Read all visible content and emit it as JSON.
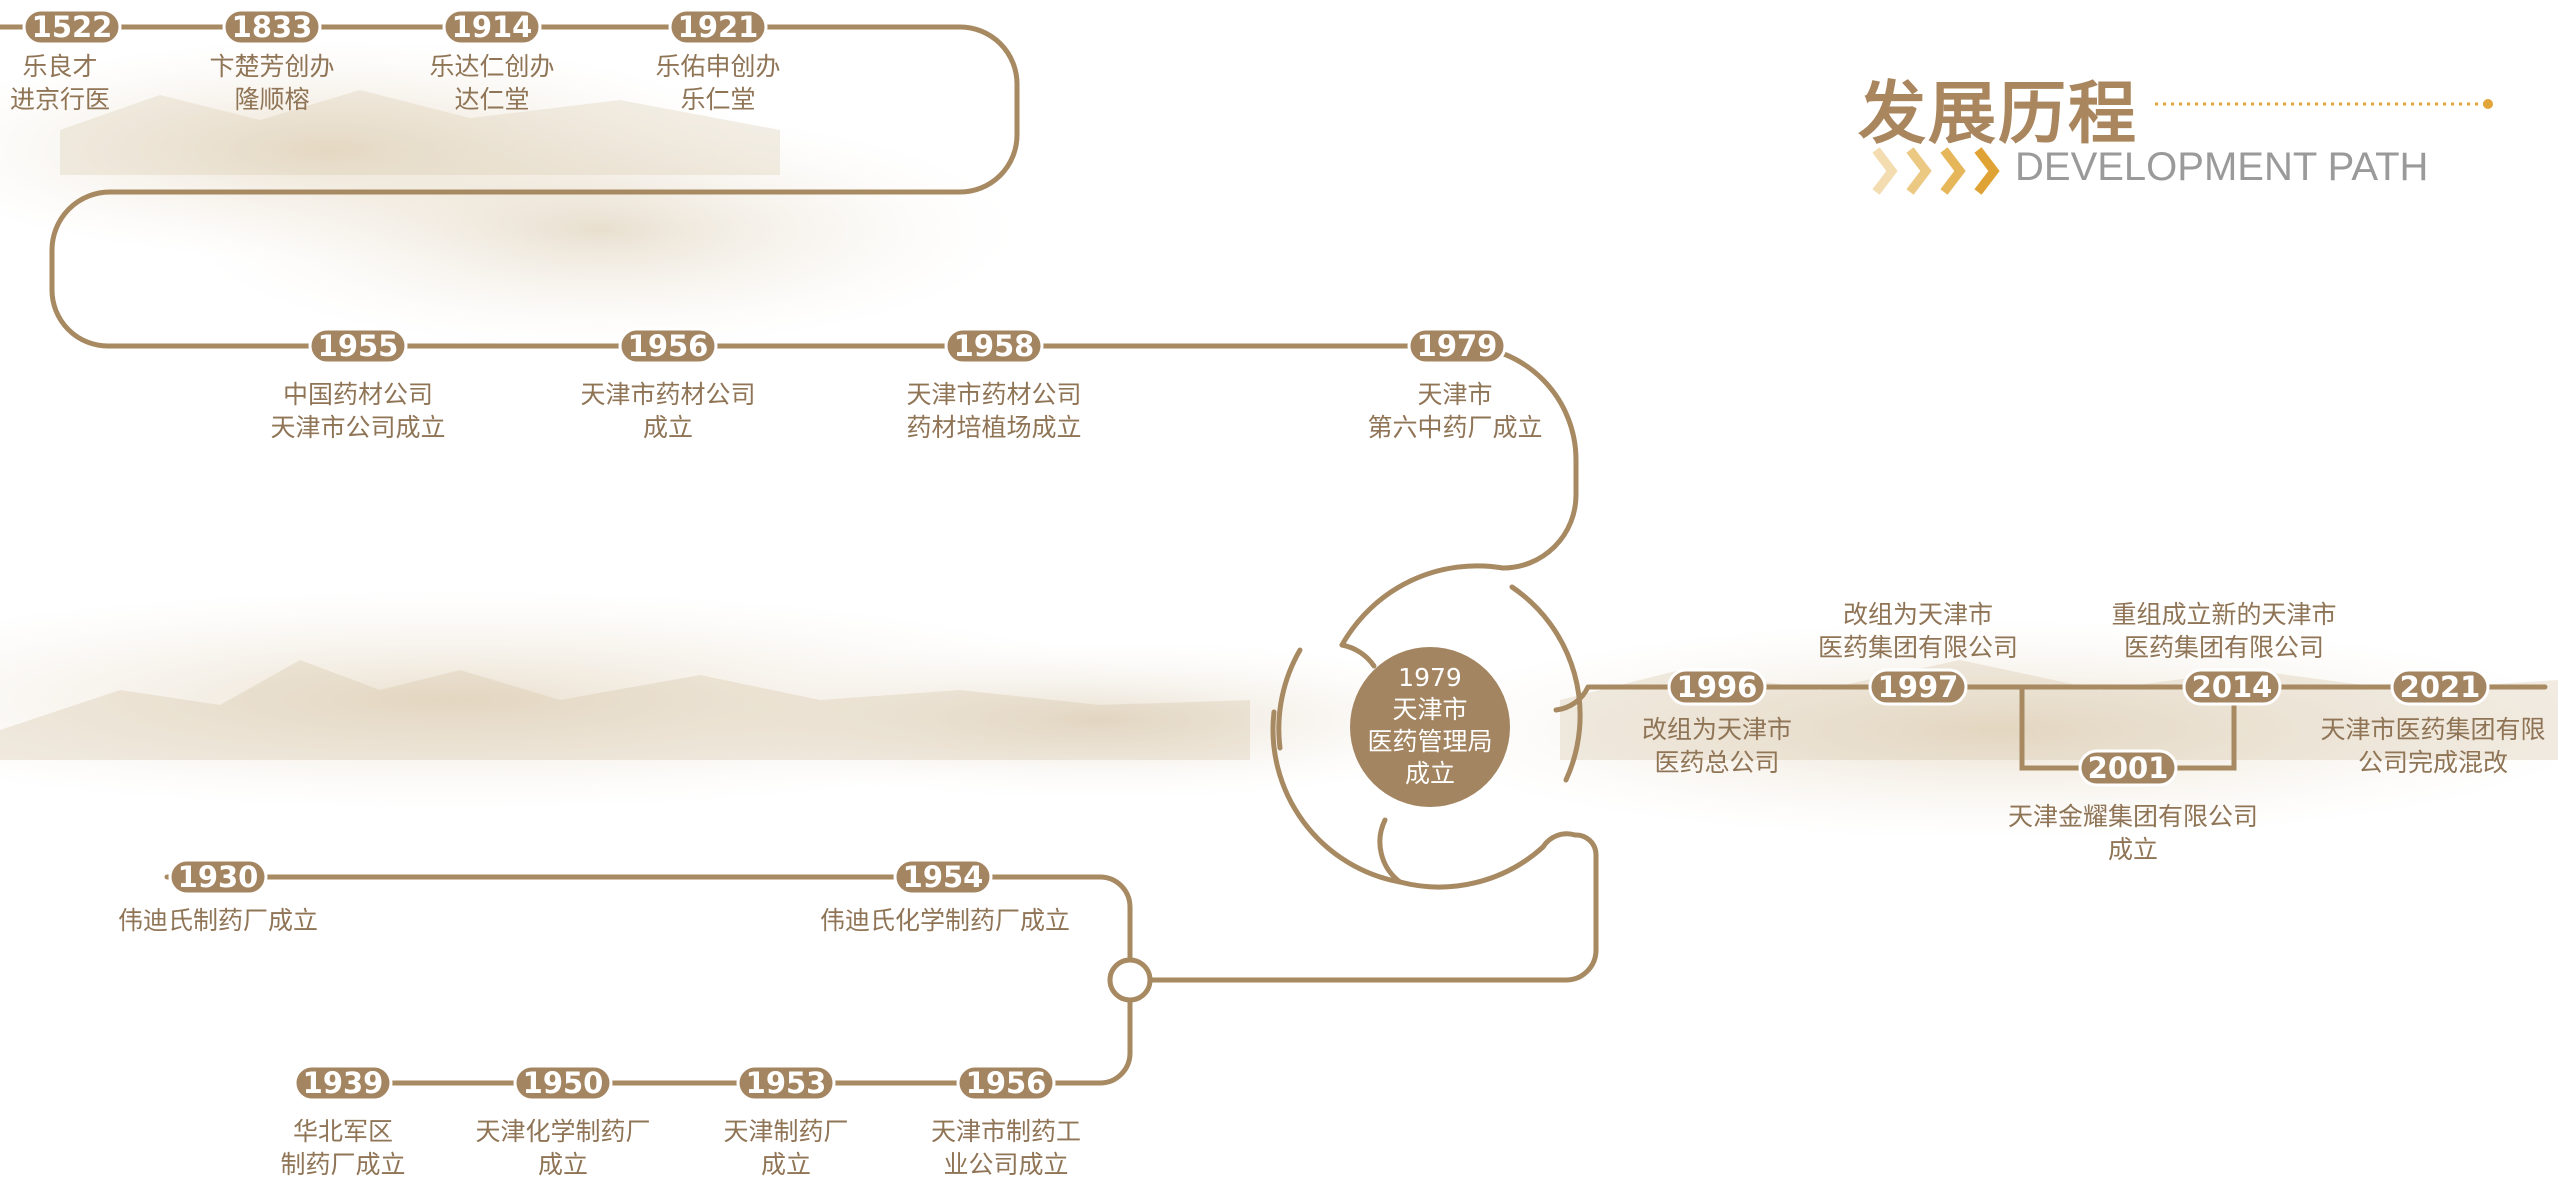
{
  "header": {
    "title": "发展历程",
    "subtitle": "DEVELOPMENT PATH"
  },
  "center": {
    "lines": [
      "1979",
      "天津市",
      "医药管理局",
      "成立"
    ]
  },
  "events": [
    {
      "year": "1522",
      "lines": [
        "乐良才",
        "进京行医"
      ]
    },
    {
      "year": "1833",
      "lines": [
        "卞楚芳创办",
        "隆顺榕"
      ]
    },
    {
      "year": "1914",
      "lines": [
        "乐达仁创办",
        "达仁堂"
      ]
    },
    {
      "year": "1921",
      "lines": [
        "乐佑申创办",
        "乐仁堂"
      ]
    },
    {
      "year": "1955",
      "lines": [
        "中国药材公司",
        "天津市公司成立"
      ]
    },
    {
      "year": "1956",
      "lines": [
        "天津市药材公司",
        "成立"
      ]
    },
    {
      "year": "1958",
      "lines": [
        "天津市药材公司",
        "药材培植场成立"
      ]
    },
    {
      "year": "1979",
      "lines": [
        "天津市",
        "第六中药厂成立"
      ]
    },
    {
      "year": "1996",
      "lines": [
        "改组为天津市",
        "医药总公司"
      ]
    },
    {
      "year": "1997",
      "lines": [
        "改组为天津市",
        "医药集团有限公司"
      ]
    },
    {
      "year": "2001",
      "lines": [
        "天津金耀集团有限公司",
        "成立"
      ]
    },
    {
      "year": "2014",
      "lines": [
        "重组成立新的天津市",
        "医药集团有限公司"
      ]
    },
    {
      "year": "2021",
      "lines": [
        "天津市医药集团有限",
        "公司完成混改"
      ]
    },
    {
      "year": "1930",
      "lines": [
        "伟迪氏制药厂成立"
      ]
    },
    {
      "year": "1954",
      "lines": [
        "伟迪氏化学制药厂成立"
      ]
    },
    {
      "year": "1939",
      "lines": [
        "华北军区",
        "制药厂成立"
      ]
    },
    {
      "year": "1950",
      "lines": [
        "天津化学制药厂",
        "成立"
      ]
    },
    {
      "year": "1953",
      "lines": [
        "天津制药厂",
        "成立"
      ]
    },
    {
      "year": "1956",
      "lines": [
        "天津市制药工",
        "业公司成立"
      ]
    }
  ],
  "colors": {
    "path": "#a78962",
    "badge": "#a48561",
    "text": "#8f7456",
    "accent": "#e0a63a"
  }
}
